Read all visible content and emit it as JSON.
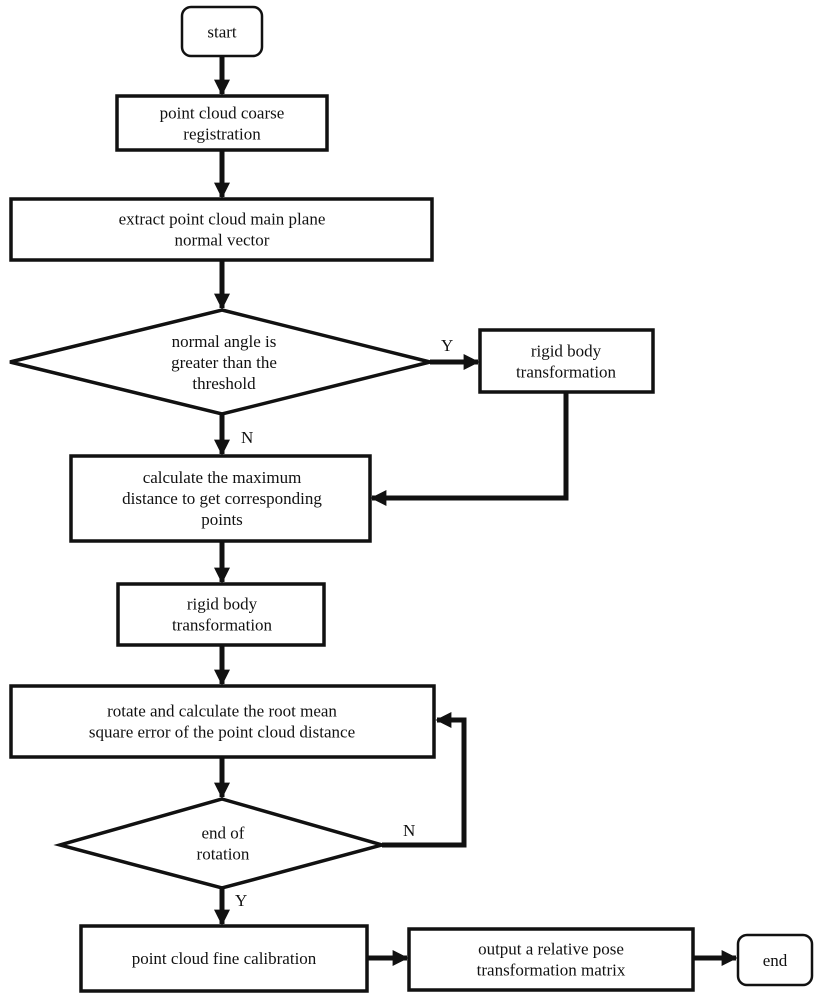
{
  "nodes": {
    "start": {
      "lines": [
        "start"
      ]
    },
    "coarse": {
      "lines": [
        "point cloud coarse",
        "registration"
      ]
    },
    "extract": {
      "lines": [
        "extract point cloud main plane",
        "normal vector"
      ]
    },
    "angle_check": {
      "lines": [
        "normal angle is",
        "greater than the",
        "threshold"
      ]
    },
    "rigid_side": {
      "lines": [
        "rigid body",
        "transformation"
      ]
    },
    "max_dist": {
      "lines": [
        "calculate the maximum",
        "distance to get corresponding",
        "points"
      ]
    },
    "rigid_main": {
      "lines": [
        "rigid body",
        "transformation"
      ]
    },
    "rotate": {
      "lines": [
        "rotate and calculate the root mean",
        "square error of the point cloud distance"
      ]
    },
    "rotation_end": {
      "lines": [
        "end of",
        "rotation"
      ]
    },
    "fine": {
      "lines": [
        "point cloud fine calibration"
      ]
    },
    "output": {
      "lines": [
        "output a relative pose",
        "transformation matrix"
      ]
    },
    "end": {
      "lines": [
        "end"
      ]
    }
  },
  "edge_labels": {
    "angle_yes": "Y",
    "angle_no": "N",
    "rotation_no": "N",
    "rotation_yes": "Y"
  }
}
